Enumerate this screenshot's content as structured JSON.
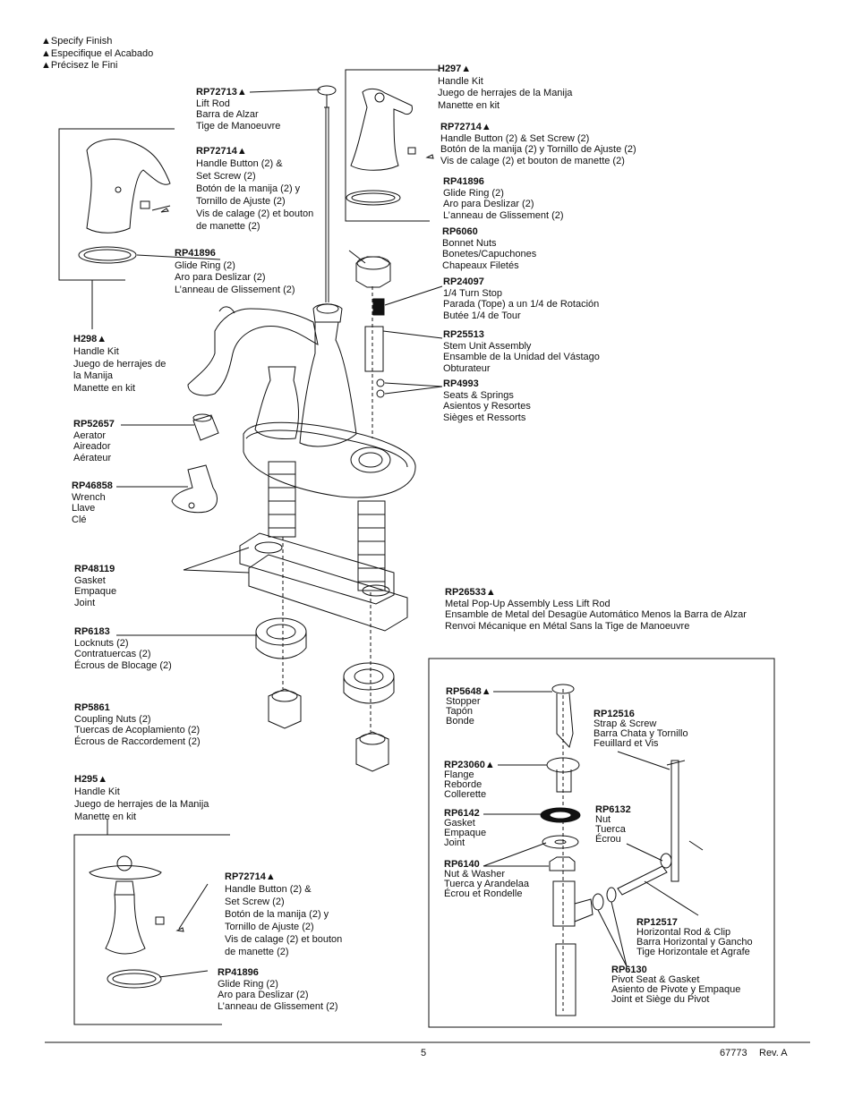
{
  "legend": [
    "▲Specify Finish",
    "▲Especifique el Acabado",
    "▲Précisez le Fini"
  ],
  "callouts": [
    {
      "pn": "RP72713▲",
      "lines": [
        "Lift Rod",
        "Barra de Alzar",
        "Tige de Manoeuvre"
      ]
    },
    {
      "pn": "RP72714▲",
      "lines": [
        "Handle Button (2) &",
        "Set Screw (2)",
        "Botón de la manija (2) y",
        "Tornillo de Ajuste (2)",
        "Vis de calage (2) et bouton",
        "de manette (2)"
      ]
    },
    {
      "pn": "RP41896",
      "lines": [
        "Glide Ring (2)",
        "Aro para Deslizar (2)",
        "L’anneau de Glissement (2)"
      ]
    },
    {
      "pn": "H298▲",
      "lines": [
        "Handle Kit",
        "Juego de herrajes de",
        "la Manija",
        "Manette en kit"
      ]
    },
    {
      "pn": "RP52657",
      "lines": [
        "Aerator",
        "Aireador",
        "Aérateur"
      ]
    },
    {
      "pn": "RP46858",
      "lines": [
        "Wrench",
        "Llave",
        "Clé"
      ]
    },
    {
      "pn": "RP48119",
      "lines": [
        "Gasket",
        "Empaque",
        "Joint"
      ]
    },
    {
      "pn": "RP6183",
      "lines": [
        "Locknuts (2)",
        "Contratuercas (2)",
        "Écrous de Blocage (2)"
      ]
    },
    {
      "pn": "RP5861",
      "lines": [
        "Coupling Nuts (2)",
        "Tuercas de Acoplamiento (2)",
        "Écrous de Raccordement (2)"
      ]
    },
    {
      "pn": "H295▲",
      "lines": [
        "Handle Kit",
        "Juego de herrajes de la Manija",
        "Manette en kit"
      ]
    },
    {
      "pn": "RP72714▲",
      "lines": [
        "Handle Button (2) &",
        "Set Screw (2)",
        "Botón de la manija (2) y",
        "Tornillo de Ajuste (2)",
        "Vis de calage (2) et bouton",
        "de manette (2)"
      ]
    },
    {
      "pn": "RP41896",
      "lines": [
        "Glide Ring (2)",
        "Aro para Deslizar (2)",
        "L’anneau de Glissement (2)"
      ]
    },
    {
      "pn": "H297▲",
      "lines": [
        "Handle Kit",
        "Juego de herrajes de la Manija",
        "Manette en kit"
      ]
    },
    {
      "pn": "RP72714▲",
      "lines": [
        "Handle Button (2) & Set Screw (2)",
        "Botón de la manija (2) y Tornillo de Ajuste (2)",
        "Vis de calage (2) et bouton de manette (2)"
      ]
    },
    {
      "pn": "RP41896",
      "lines": [
        "Glide Ring (2)",
        "Aro para Deslizar (2)",
        "L’anneau de Glissement (2)"
      ]
    },
    {
      "pn": "RP6060",
      "lines": [
        "Bonnet Nuts",
        "Bonetes/Capuchones",
        "Chapeaux Filetés"
      ]
    },
    {
      "pn": "RP24097",
      "lines": [
        "1/4 Turn Stop",
        "Parada (Tope) a un 1/4 de Rotación",
        "Butée 1/4 de Tour"
      ]
    },
    {
      "pn": "RP25513",
      "lines": [
        "Stem Unit Assembly",
        "Ensamble de la Unidad del Vástago",
        "Obturateur"
      ]
    },
    {
      "pn": "RP4993",
      "lines": [
        "Seats & Springs",
        "Asientos y Resortes",
        "Sièges et Ressorts"
      ]
    },
    {
      "pn": "RP26533▲",
      "lines": [
        "Metal Pop-Up Assembly Less Lift Rod",
        "Ensamble de Metal del Desagüe Automático Menos la Barra de Alzar",
        "Renvoi Mécanique en Métal Sans la Tige de Manoeuvre"
      ]
    },
    {
      "pn": "RP5648▲",
      "lines": [
        "Stopper",
        "Tapón",
        "Bonde"
      ]
    },
    {
      "pn": "RP12516",
      "lines": [
        "Strap & Screw",
        "Barra Chata y Tornillo",
        "Feuillard et Vis"
      ]
    },
    {
      "pn": "RP23060▲",
      "lines": [
        "Flange",
        "Reborde",
        "Collerette"
      ]
    },
    {
      "pn": "RP6142",
      "lines": [
        "Gasket",
        "Empaque",
        "Joint"
      ]
    },
    {
      "pn": "RP6132",
      "lines": [
        "Nut",
        "Tuerca",
        "Écrou"
      ]
    },
    {
      "pn": "RP6140",
      "lines": [
        "Nut & Washer",
        "Tuerca y Arandelaa",
        "Écrou et Rondelle"
      ]
    },
    {
      "pn": "RP12517",
      "lines": [
        "Horizontal Rod & Clip",
        "Barra Horizontal y Gancho",
        "Tige Horizontale et Agrafe"
      ]
    },
    {
      "pn": "RP6130",
      "lines": [
        "Pivot Seat & Gasket",
        "Asiento de Pivote y Empaque",
        "Joint et Siège du Pivot"
      ]
    }
  ],
  "footer": {
    "page": "5",
    "doc": "67773",
    "rev": "Rev. A"
  }
}
